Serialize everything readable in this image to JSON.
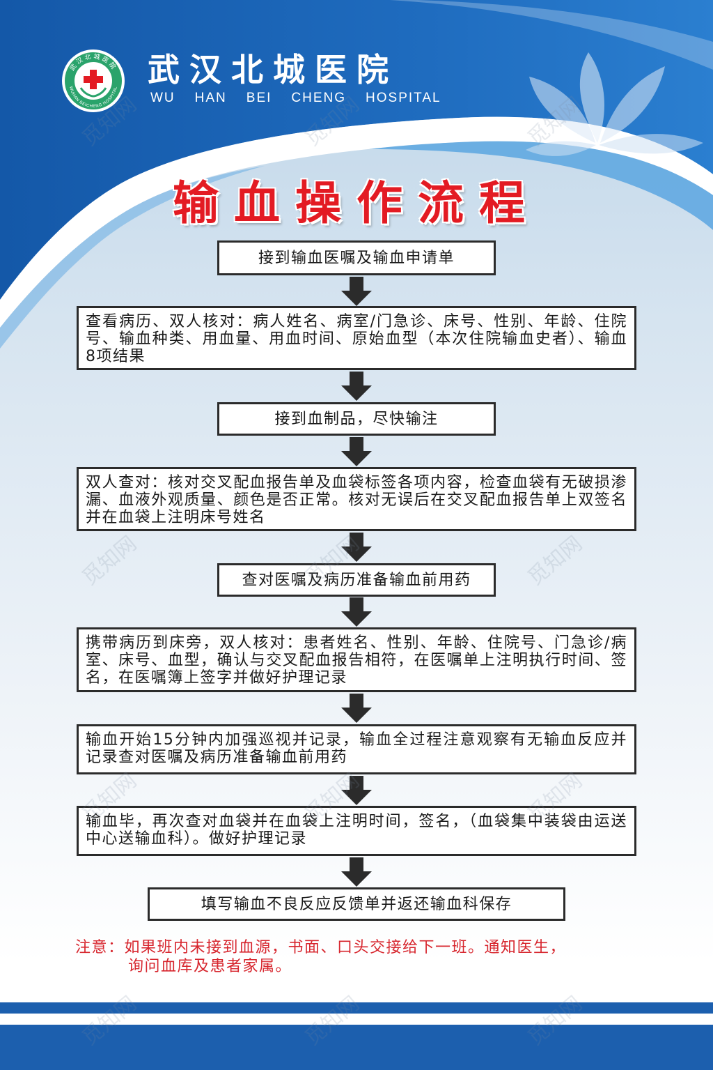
{
  "header": {
    "hospital_name_cn": "武汉北城医院",
    "hospital_name_en": [
      "WU",
      "HAN",
      "BEI",
      "CHENG",
      "HOSPITAL"
    ],
    "logo_ring_text": "武汉北城医院",
    "logo_ring_text_en": "WUHAN BEICHENG HOSPITAL"
  },
  "title": "输血操作流程",
  "steps": [
    "接到输血医嘱及输血申请单",
    "查看病历、双人核对：病人姓名、病室/门急诊、床号、性别、年龄、住院号、输血种类、用血量、用血时间、原始血型（本次住院输血史者）、输血8项结果",
    "接到血制品，尽快输注",
    "双人查对：核对交叉配血报告单及血袋标签各项内容，检查血袋有无破损渗漏、血液外观质量、颜色是否正常。核对无误后在交叉配血报告单上双签名并在血袋上注明床号姓名",
    "查对医嘱及病历准备输血前用药",
    "携带病历到床旁，双人核对：患者姓名、性别、年龄、住院号、门急诊/病室、床号、血型，确认与交叉配血报告相符，在医嘱单上注明执行时间、签名，在医嘱簿上签字并做好护理记录",
    "输血开始15分钟内加强巡视并记录，输血全过程注意观察有无输血反应并记录查对医嘱及病历准备输血前用药",
    "输血毕，再次查对血袋并在血袋上注明时间，签名，（血袋集中装袋由运送中心送输血科）。做好护理记录",
    "填写输血不良反应反馈单并返还输血科保存"
  ],
  "note": {
    "line1": "注意：如果班内未接到血源，书面、口头交接给下一班。通知医生，",
    "line2": "询问血库及患者家属。"
  },
  "watermark": "觅知网",
  "colors": {
    "brand_blue": "#1c5fae",
    "title_red": "#e31b23",
    "note_red": "#d7262e",
    "arrow": "#2b2b2b"
  }
}
